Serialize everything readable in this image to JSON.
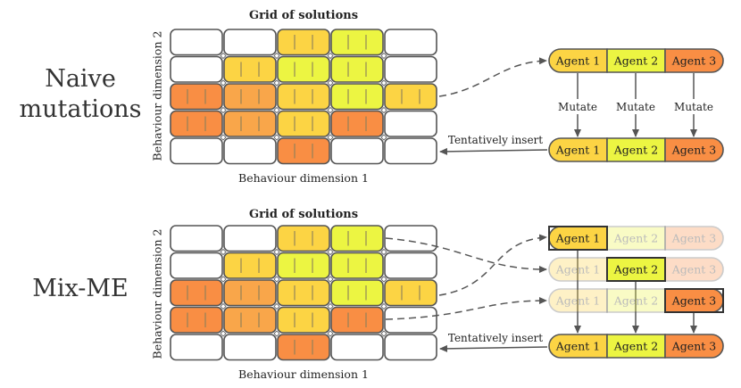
{
  "top": {
    "row_title_line1": "Naive",
    "row_title_line2": "mutations",
    "grid_title": "Grid of solutions",
    "xlabel": "Behaviour dimension 1",
    "ylabel": "Behaviour dimension 2",
    "mutate_label": "Mutate",
    "insert_label": "Tentatively insert",
    "parents": [
      "Agent 1",
      "Agent 2",
      "Agent 3"
    ],
    "children": [
      "Agent 1",
      "Agent 2",
      "Agent 3"
    ],
    "grid": [
      [
        "empty",
        "empty",
        "gold",
        "lime",
        "empty"
      ],
      [
        "empty",
        "gold",
        "lime",
        "lime",
        "empty"
      ],
      [
        "orange",
        "orangelight",
        "gold",
        "lime",
        "gold"
      ],
      [
        "orange",
        "orangelight",
        "gold",
        "orange",
        "empty"
      ],
      [
        "empty",
        "empty",
        "orange",
        "empty",
        "empty"
      ]
    ]
  },
  "bottom": {
    "row_title": "Mix-ME",
    "grid_title": "Grid of solutions",
    "xlabel": "Behaviour dimension 1",
    "ylabel": "Behaviour dimension 2",
    "insert_label": "Tentatively insert",
    "parent_teams": [
      [
        "Agent 1",
        "Agent 2",
        "Agent 3"
      ],
      [
        "Agent 1",
        "Agent 2",
        "Agent 3"
      ],
      [
        "Agent 1",
        "Agent 2",
        "Agent 3"
      ]
    ],
    "child": [
      "Agent 1",
      "Agent 2",
      "Agent 3"
    ],
    "grid": [
      [
        "empty",
        "empty",
        "gold",
        "lime",
        "empty"
      ],
      [
        "empty",
        "gold",
        "lime",
        "lime",
        "empty"
      ],
      [
        "orange",
        "orangelight",
        "gold",
        "lime",
        "gold"
      ],
      [
        "orange",
        "orangelight",
        "gold",
        "orange",
        "empty"
      ],
      [
        "empty",
        "empty",
        "orange",
        "empty",
        "empty"
      ]
    ]
  },
  "colors": {
    "gold": "#fcd444",
    "lime": "#ecf542",
    "orange": "#f98e44",
    "orangelight": "#f9a64a",
    "empty": "#ffffff",
    "stroke": "#555555"
  }
}
